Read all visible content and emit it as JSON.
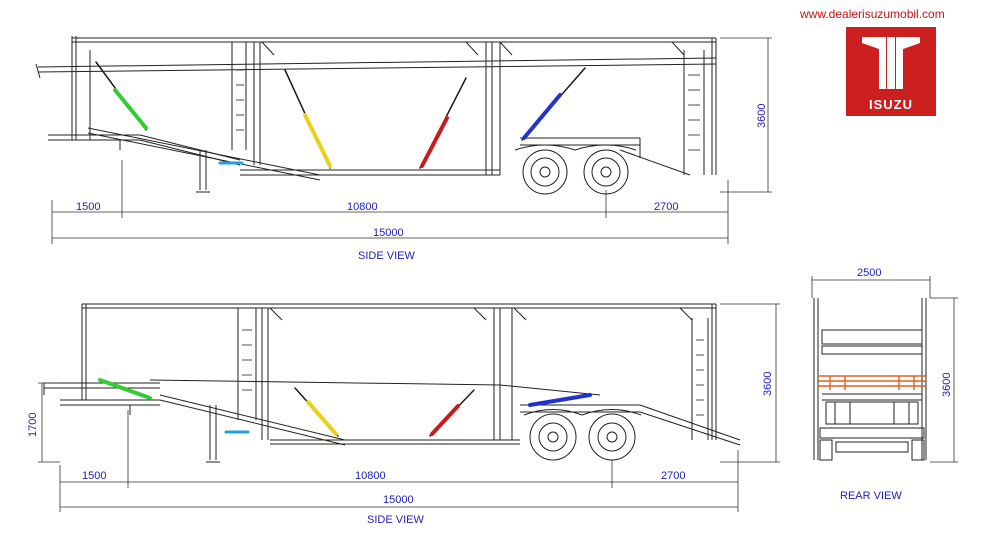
{
  "header": {
    "website": "www.dealerisuzumobil.com",
    "logo_text": "ISUZU",
    "logo_color": "#cc1f1f",
    "text_color": "#1d1dbb",
    "link_color": "#cc1111"
  },
  "top_view": {
    "title": "SIDE VIEW",
    "dims": {
      "front": "1500",
      "middle": "10800",
      "rear": "2700",
      "total": "15000",
      "height": "3600"
    }
  },
  "bottom_view": {
    "title": "SIDE VIEW",
    "dims": {
      "front": "1500",
      "middle": "10800",
      "rear": "2700",
      "total": "15000",
      "height": "3600",
      "deck": "1700"
    }
  },
  "rear_view": {
    "title": "REAR VIEW",
    "dims": {
      "width": "2500",
      "height": "3600"
    }
  },
  "ramp_colors": {
    "green": "#33cc33",
    "yellow": "#e6d21a",
    "red": "#cc1a1a",
    "blue": "#2233cc",
    "cyan": "#22a0dd",
    "orange": "#e06020"
  }
}
